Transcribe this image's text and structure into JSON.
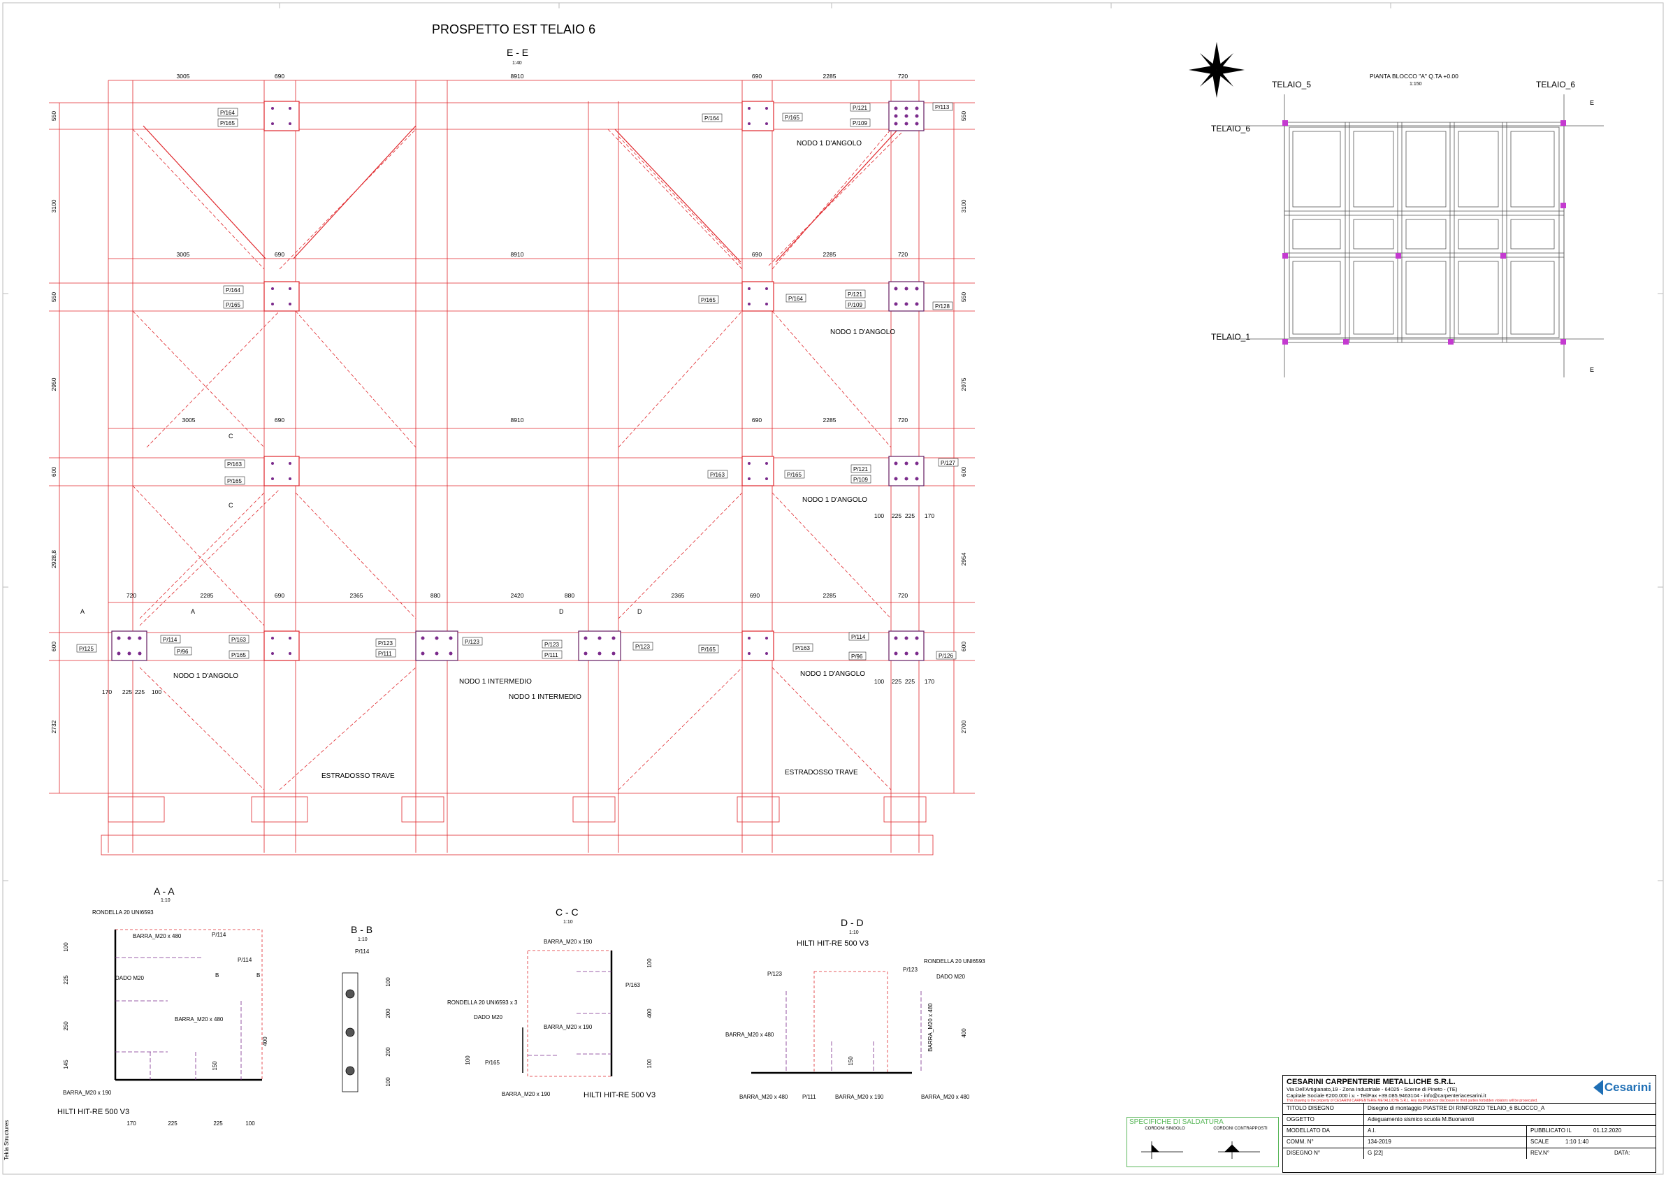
{
  "main_view": {
    "title": "PROSPETTO EST TELAIO 6",
    "section": "E - E",
    "scale": "1:40",
    "dims_row1": [
      "3005",
      "690",
      "8910",
      "690",
      "2285",
      "720"
    ],
    "dims_row2": [
      "3005",
      "690",
      "8910",
      "690",
      "2285",
      "720"
    ],
    "dims_row3": [
      "3005",
      "690",
      "8910",
      "690",
      "2285",
      "720"
    ],
    "dims_row4": [
      "720",
      "2285",
      "690",
      "2365",
      "880",
      "2420",
      "880",
      "2365",
      "690",
      "2285",
      "720"
    ],
    "dims_bottom_left": [
      "170",
      "225",
      "225",
      "100"
    ],
    "dims_bottom_right": [
      "100",
      "225",
      "225",
      "170"
    ],
    "dims_mid_right": [
      "100",
      "225",
      "225",
      "170"
    ],
    "left_dims": [
      "550",
      "3100",
      "550",
      "2950",
      "600",
      "2928,8",
      "600",
      "2732"
    ],
    "right_dims": [
      "550",
      "3100",
      "550",
      "2975",
      "600",
      "2954",
      "600",
      "2700"
    ],
    "labels": {
      "nodo_angolo": "NODO 1 D'ANGOLO",
      "nodo_intermedio": "NODO 1 INTERMEDIO",
      "estradosso": "ESTRADOSSO TRAVE"
    },
    "section_marks": {
      "a": "A",
      "c": "C",
      "d": "D",
      "e": "E",
      "b": "B"
    },
    "part_tags": {
      "p164": "P/164",
      "p165": "P/165",
      "p121": "P/121",
      "p109": "P/109",
      "p113": "P/113",
      "p128": "P/128",
      "p163": "P/163",
      "p127": "P/127",
      "p114": "P/114",
      "p96": "P/96",
      "p125": "P/125",
      "p123": "P/123",
      "p111": "P/111",
      "p126": "P/126"
    }
  },
  "plan_view": {
    "title": "PIANTA BLOCCO \"A\" Q.TA +0.00",
    "scale": "1:150",
    "telaio_5": "TELAIO_5",
    "telaio_6": "TELAIO_6",
    "telaio_6_left": "TELAIO_6",
    "telaio_1": "TELAIO_1"
  },
  "section_aa": {
    "title": "A - A",
    "scale": "1:10",
    "rondella": "RONDELLA 20 UNI6593",
    "barra_480": "BARRA_M20 x 480",
    "barra_480_b": "BARRA_M20 x 480",
    "barra_190": "BARRA_M20 x 190",
    "dado": "DADO M20",
    "hilti": "HILTI HIT-RE 500 V3",
    "p114": "P/114",
    "dims_left": [
      "100",
      "225",
      "250",
      "145"
    ],
    "dims_bottom": [
      "170",
      "225",
      "225",
      "100"
    ],
    "dim_400": "400",
    "dim_150": "150"
  },
  "section_bb": {
    "title": "B - B",
    "scale": "1:10",
    "p114": "P/114",
    "dims": [
      "100",
      "200",
      "200",
      "100"
    ]
  },
  "section_cc": {
    "title": "C - C",
    "scale": "1:10",
    "barra_190_top": "BARRA_M20 x 190",
    "barra_190_mid": "BARRA_M20 x 190",
    "barra_190_bot": "BARRA_M20 x 190",
    "rondella": "RONDELLA 20 UNI6593 x 3",
    "dado": "DADO M20",
    "hilti": "HILTI HIT-RE 500 V3",
    "p163": "P/163",
    "p165": "P/165",
    "dims_right": [
      "100",
      "400",
      "100"
    ],
    "dim_100": "100"
  },
  "section_dd": {
    "title": "D - D",
    "scale": "1:10",
    "hilti": "HILTI HIT-RE 500 V3",
    "rondella": "RONDELLA 20 UNI6593",
    "dado": "DADO M20",
    "p123_left": "P/123",
    "p123_right": "P/123",
    "barra_480_left": "BARRA_M20 x 480",
    "barra_480_v": "BARRA_M20 x 480",
    "bottom_labels": [
      "BARRA_M20 x 480",
      "P/111",
      "BARRA_M20 x 190",
      "BARRA_M20 x 480"
    ],
    "dim_400": "400",
    "dim_150": "150"
  },
  "title_block": {
    "company": "CESARINI CARPENTERIE METALLICHE S.R.L.",
    "address": "Via Dell'Artigianato,19 - Zona Industriale - 64025 - Scerne di Pineto - (TE)",
    "contacts": "Capitale Sociale €200.000 i.v. - Tel/Fax +39.085.9463104 - info@carpenteriacesarini.it",
    "disclaimer": "This drawing is the property of CESARINI CARPENTERIE METALLICHE S.R.L. Any duplication or disclosure to third parties forbidden violators will be prosecuted.",
    "logo": "Cesarini",
    "rows": [
      {
        "k": "TITOLO DISEGNO",
        "v": "Disegno di montaggio PIASTRE DI RINFORZO TELAIO_6 BLOCCO_A"
      },
      {
        "k": "OGGETTO",
        "v": "Adeguamento sismico scuola M.Buonarroti"
      },
      {
        "k": "MODELLATO DA",
        "v": "A.I.",
        "k2": "PUBBLICATO IL",
        "v2": "01.12.2020"
      },
      {
        "k": "COMM. N°",
        "v": "134-2019",
        "k2": "SCALE",
        "v2": "1:10   1:40"
      },
      {
        "k": "DISEGNO N°",
        "v": "G   [22]",
        "k2": "REV.N°",
        "v2": "",
        "k3": "DATA:",
        "v3": ""
      }
    ],
    "weld_title": "SPECIFICHE DI SALDATURA",
    "weld_single": "CORDONI SINGOLO",
    "weld_double": "CORDONI CONTRAPPOSTI"
  },
  "side_label": "Tekla Structures"
}
